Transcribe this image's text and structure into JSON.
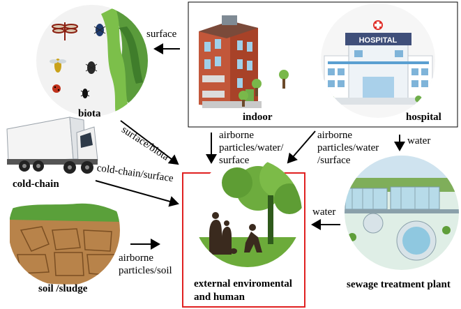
{
  "nodes": {
    "biota": {
      "label": "biota"
    },
    "indoor": {
      "label": "indoor"
    },
    "hospital": {
      "label": "hospital",
      "sign": "HOSPITAL"
    },
    "cold_chain": {
      "label": "cold-chain"
    },
    "soil": {
      "label": "soil /sludge"
    },
    "sewage": {
      "label": "sewage treatment plant"
    },
    "center": {
      "line1": "external enviromental",
      "line2": "and human"
    }
  },
  "edges": {
    "indoor_to_biota": "surface",
    "biota_to_center": "surface/biota",
    "coldchain_to_center": "cold-chain/surface",
    "indoor_down": {
      "line1": "airborne",
      "line2": "particles/water/",
      "line3": "surface"
    },
    "hospital_diag": {
      "line1": "airborne",
      "line2": "particles/water",
      "line3": "/surface"
    },
    "hospital_to_sewage": "water",
    "sewage_to_center": "water",
    "soil_to_center": {
      "line1": "airborne",
      "line2": "particles/soil"
    }
  },
  "colors": {
    "center_border": "#e02020",
    "arrow": "#000000"
  }
}
